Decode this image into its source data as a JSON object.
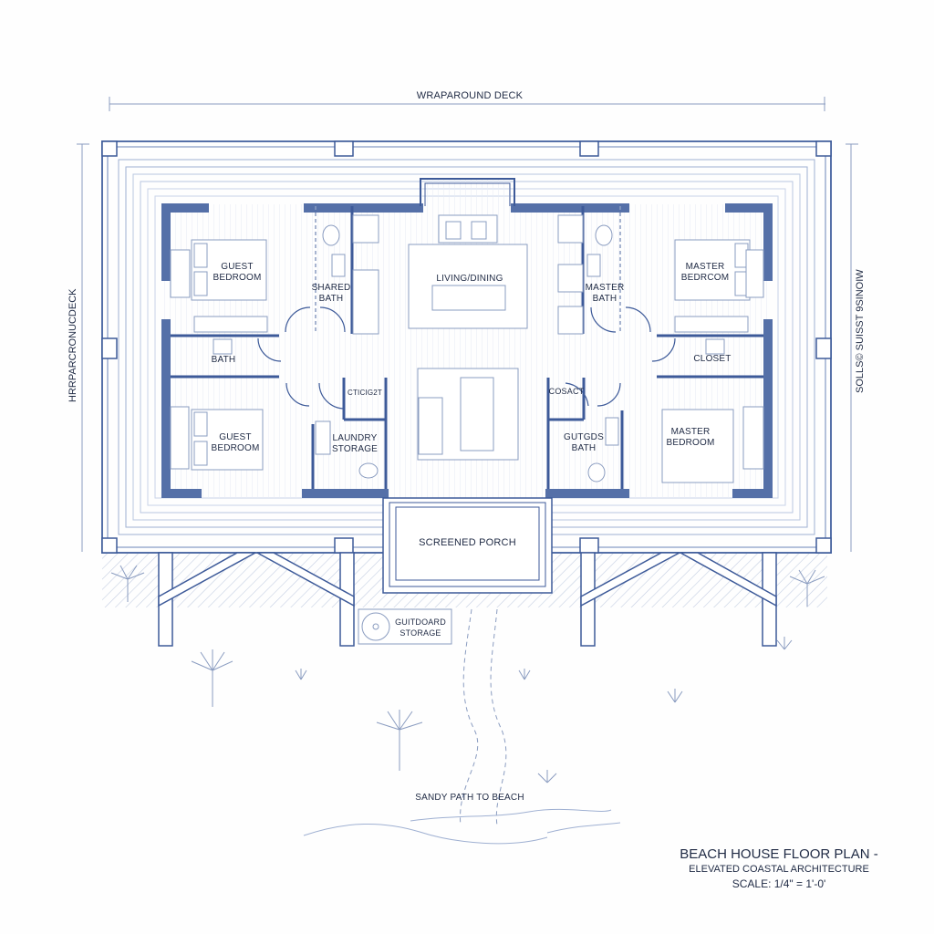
{
  "plan": {
    "title": "BEACH HOUSE FLOOR PLAN -",
    "subtitle": "ELEVATED COASTAL ARCHITECTURE",
    "scale": "SCALE: 1/4\" = 1'-0'"
  },
  "dimensions": {
    "top": "WRAPAROUND DECK",
    "left": "HRRPARCRONUCDECK",
    "right": "SOLLS© SUISST 9SINOIW"
  },
  "rooms": {
    "guest_bedroom_1": "GUEST\nBEDROOM",
    "shared_bath": "SHARED\nBATH",
    "living_dining": "LIVING/DINING",
    "master_bath": "MASTER\nBATH",
    "master_bedroom_1": "MASTER\nBEDRCOM",
    "bath": "BATH",
    "closet_left": "CTICIG2T",
    "guest_bedroom_2": "GUEST\nBEDROOM",
    "laundry_storage": "LAUNDRY\nSTORAGE",
    "closet_center": "COSACT",
    "guests_bath": "GUTGDS\nBATH",
    "closet_right": "CLOSET",
    "master_bedroom_2": "MASTER\nBEDROOM",
    "screened_porch": "SCREENED PORCH",
    "board_storage": "GUITDOARD\nSTORAGE"
  },
  "site": {
    "path_label": "SANDY PATH TO BEACH"
  },
  "colors": {
    "wall": "#3d5a99",
    "line": "#6b84b8",
    "light": "#b8c6e0",
    "text": "#1f2a44"
  }
}
